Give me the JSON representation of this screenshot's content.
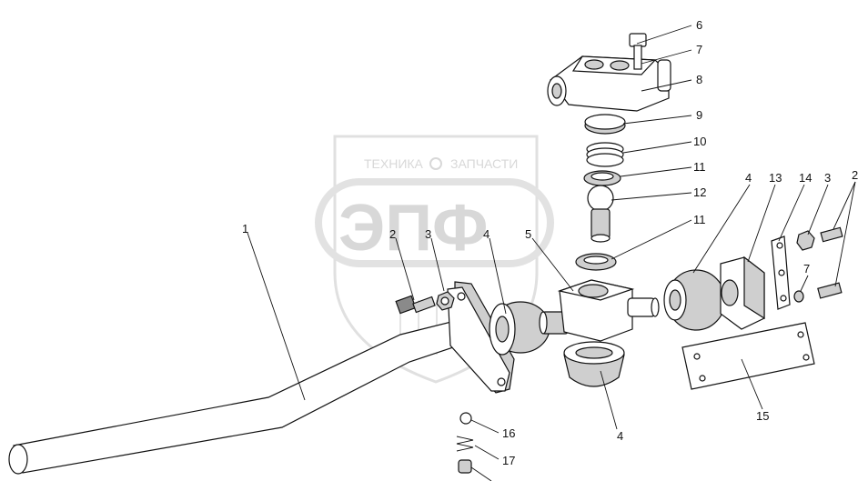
{
  "watermark": {
    "top_text_left": "ТЕХНИКА",
    "top_text_right": "ЗАПЧАСТИ",
    "logo_text": "ЭПФ"
  },
  "callouts": {
    "c1": "1",
    "c2a": "2",
    "c3a": "3",
    "c4a": "4",
    "c5": "5",
    "c6": "6",
    "c7a": "7",
    "c8": "8",
    "c9": "9",
    "c10": "10",
    "c11a": "11",
    "c12": "12",
    "c11b": "11",
    "c4b": "4",
    "c13": "13",
    "c14": "14",
    "c3b": "3",
    "c2b": "2",
    "c7b": "7",
    "c15": "15",
    "c4c": "4",
    "c16": "16",
    "c17": "17"
  },
  "colors": {
    "line": "#111111",
    "watermark": "#d8d8d8"
  }
}
